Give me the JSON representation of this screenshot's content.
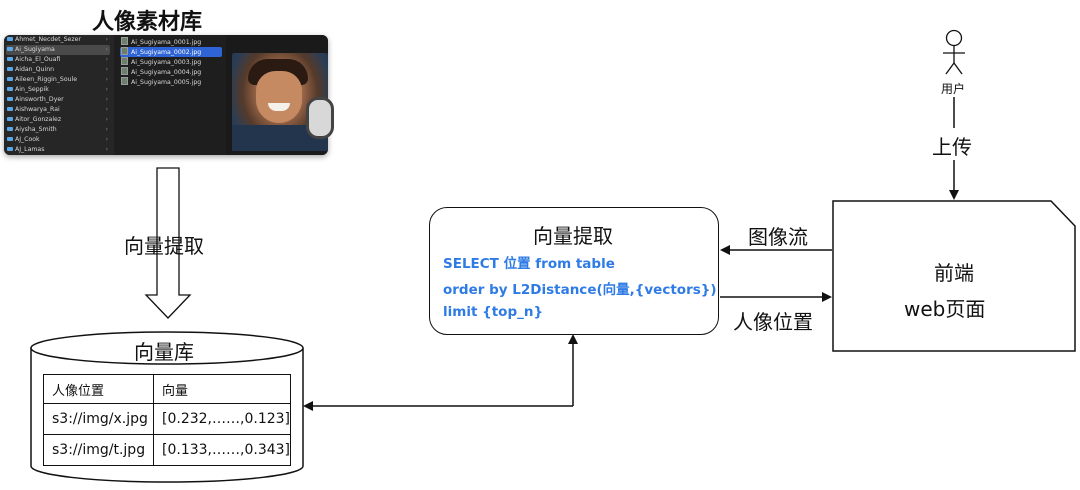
{
  "library": {
    "title": "人像素材库",
    "folders": [
      "Ahmet_Necdet_Sezer",
      "Ai_Sugiyama",
      "Aicha_El_Ouafi",
      "Aidan_Quinn",
      "Aileen_Riggin_Soule",
      "Ain_Seppik",
      "Ainsworth_Dyer",
      "Aishwarya_Rai",
      "Aitor_Gonzalez",
      "Aiysha_Smith",
      "AJ_Cook",
      "AJ_Lamas"
    ],
    "selected_folder": 1,
    "files": [
      "Ai_Sugiyama_0001.jpg",
      "Ai_Sugiyama_0002.jpg",
      "Ai_Sugiyama_0003.jpg",
      "Ai_Sugiyama_0004.jpg",
      "Ai_Sugiyama_0005.jpg"
    ],
    "selected_file": 1
  },
  "labels": {
    "vector_extract_left": "向量提取",
    "vector_db_title": "向量库",
    "extract_box_title": "向量提取",
    "user": "用户",
    "upload": "上传",
    "image_stream": "图像流",
    "portrait_position": "人像位置",
    "frontend_line1": "前端",
    "frontend_line2": "web页面"
  },
  "sql": {
    "line1": "SELECT 位置 from table",
    "line2": "order by L2Distance(向量,{vectors})",
    "line3": "limit {top_n}"
  },
  "db_table": {
    "headers": [
      "人像位置",
      "向量"
    ],
    "rows": [
      [
        "s3://img/x.jpg",
        "[0.232,……,0.123]"
      ],
      [
        "s3://img/t.jpg",
        "[0.133,……,0.343]"
      ]
    ]
  },
  "colors": {
    "sql_text": "#2f7be5",
    "selection_blue": "#2f64d6",
    "folder_icon": "#5aa7e8"
  }
}
